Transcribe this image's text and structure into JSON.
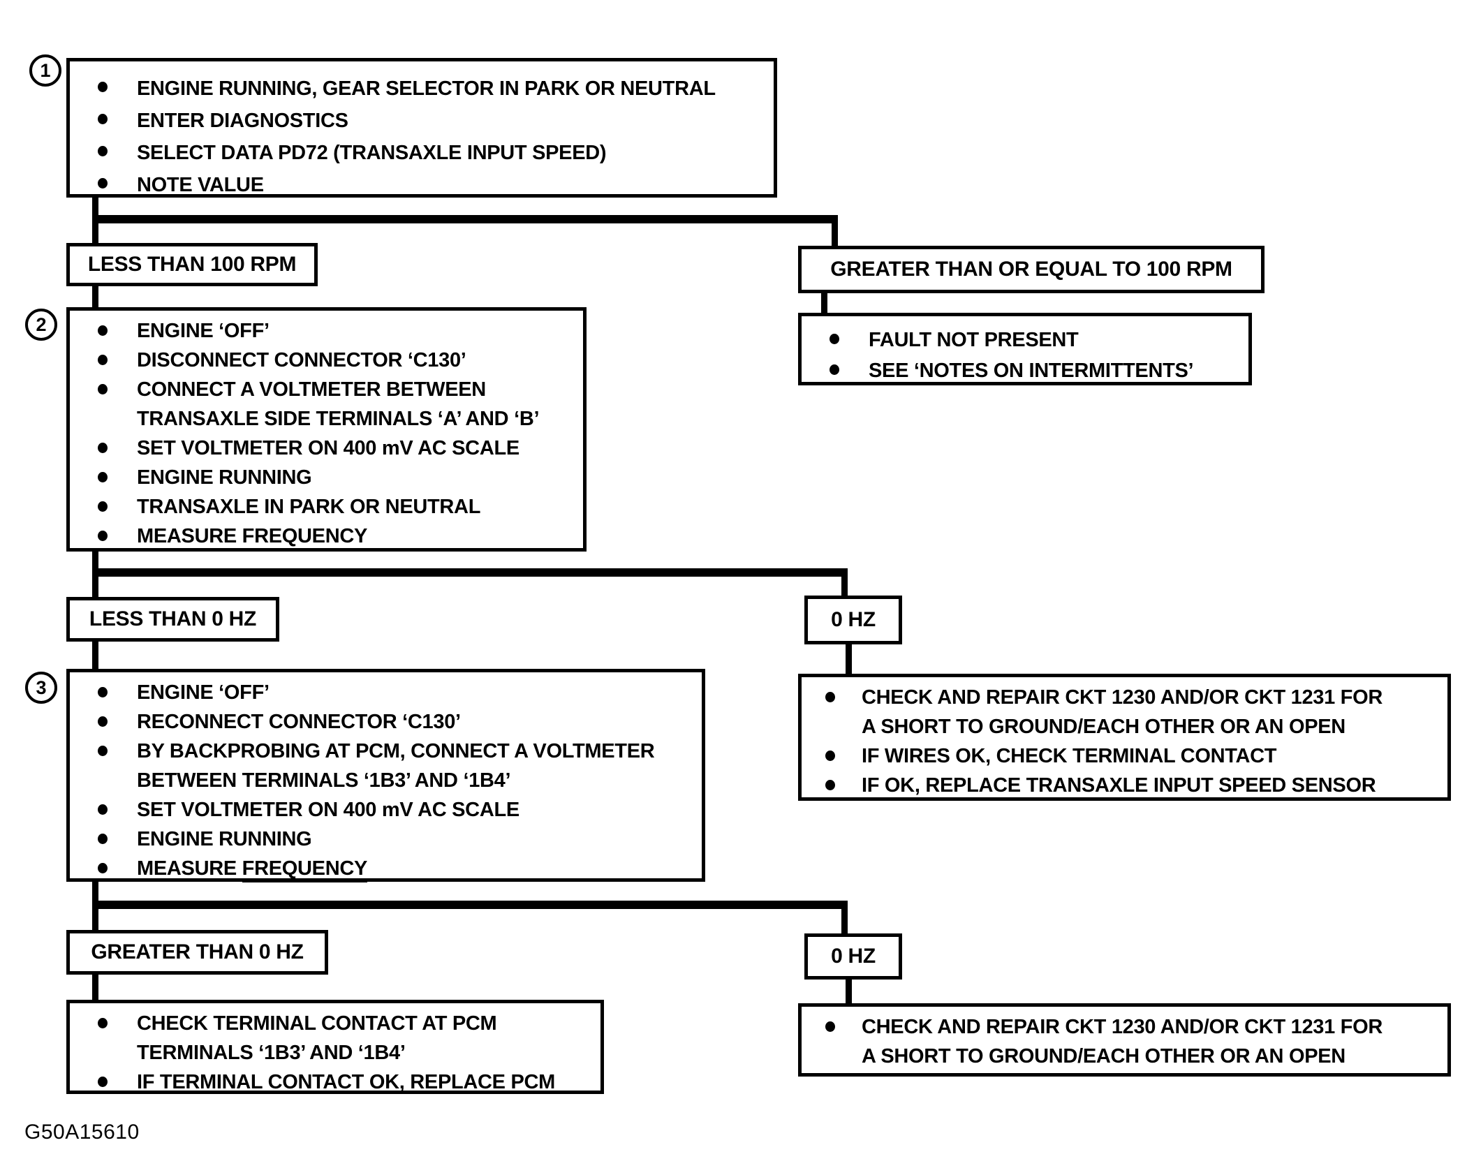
{
  "figure_label": "G50A15610",
  "colors": {
    "ink": "#000000",
    "paper": "#ffffff"
  },
  "steps": {
    "step1": {
      "number": "1",
      "items": [
        {
          "text": "ENGINE RUNNING, GEAR SELECTOR IN PARK OR NEUTRAL"
        },
        {
          "text": "ENTER DIAGNOSTICS"
        },
        {
          "text": "SELECT DATA PD72 (TRANSAXLE INPUT SPEED)"
        },
        {
          "text": "NOTE VALUE"
        }
      ]
    },
    "step2": {
      "number": "2",
      "items": [
        {
          "text": "ENGINE ‘OFF’"
        },
        {
          "text": "DISCONNECT CONNECTOR ‘C130’"
        },
        {
          "text": "CONNECT A VOLTMETER BETWEEN\nTRANSAXLE SIDE TERMINALS ‘A’ AND ‘B’"
        },
        {
          "text": "SET VOLTMETER ON 400 mV AC SCALE"
        },
        {
          "text": "ENGINE RUNNING"
        },
        {
          "text": "TRANSAXLE IN PARK OR NEUTRAL"
        },
        {
          "text": "MEASURE ",
          "underline": "FREQUENCY"
        }
      ]
    },
    "step3": {
      "number": "3",
      "items": [
        {
          "text": "ENGINE ‘OFF’"
        },
        {
          "text": "RECONNECT CONNECTOR ‘C130’"
        },
        {
          "text": "BY BACKPROBING AT PCM, CONNECT A VOLTMETER\nBETWEEN TERMINALS ‘1B3’ AND ‘1B4’"
        },
        {
          "text": "SET VOLTMETER ON 400 mV AC SCALE"
        },
        {
          "text": "ENGINE RUNNING"
        },
        {
          "text": "MEASURE ",
          "underline": "FREQUENCY"
        }
      ]
    }
  },
  "branch_labels": {
    "less_than_100_rpm": "LESS THAN 100 RPM",
    "ge_100_rpm": "GREATER THAN OR EQUAL TO 100 RPM",
    "less_than_0_hz": "LESS THAN 0 HZ",
    "zero_hz_1": "0 HZ",
    "greater_than_0_hz": "GREATER THAN 0 HZ",
    "zero_hz_2": "0 HZ"
  },
  "outcomes": {
    "fault_not_present": {
      "items": [
        {
          "text": "FAULT NOT PRESENT"
        },
        {
          "text": "SEE ‘NOTES ON INTERMITTENTS’"
        }
      ]
    },
    "check_repair_sensor": {
      "items": [
        {
          "text": "CHECK AND REPAIR CKT 1230 AND/OR CKT 1231 FOR\nA SHORT TO GROUND/EACH OTHER OR AN OPEN"
        },
        {
          "text": "IF WIRES OK, CHECK TERMINAL CONTACT"
        },
        {
          "text": "IF OK, REPLACE TRANSAXLE INPUT SPEED SENSOR"
        }
      ]
    },
    "pcm_terminal_check": {
      "items": [
        {
          "text": "CHECK TERMINAL CONTACT AT PCM\nTERMINALS ‘1B3’ AND ‘1B4’"
        },
        {
          "text": "IF TERMINAL CONTACT OK, REPLACE PCM"
        }
      ]
    },
    "check_repair_wiring": {
      "items": [
        {
          "text": "CHECK AND REPAIR CKT 1230 AND/OR CKT 1231 FOR\nA SHORT TO GROUND/EACH OTHER OR AN OPEN"
        }
      ]
    }
  }
}
